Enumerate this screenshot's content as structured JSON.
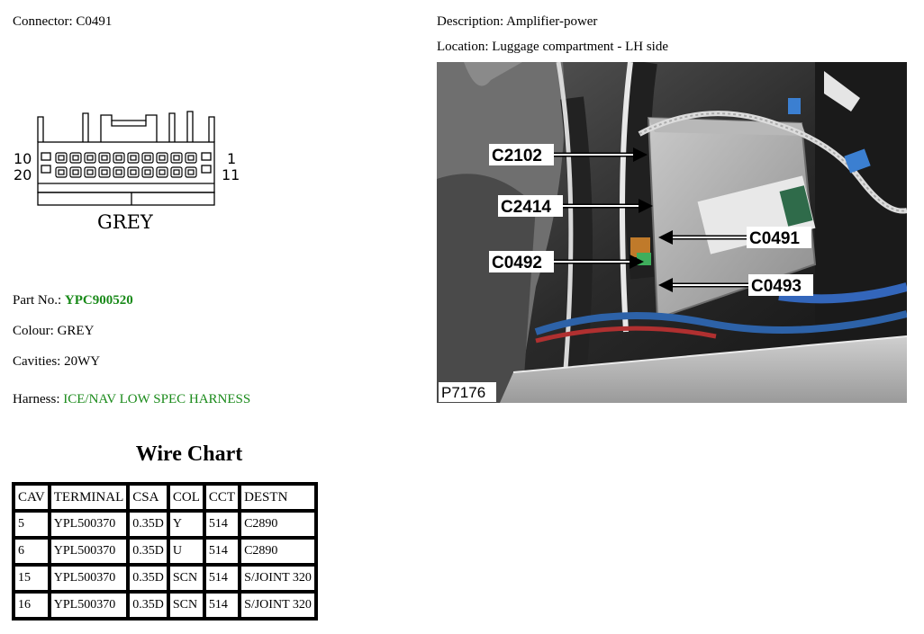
{
  "connector": {
    "label": "Connector:",
    "value": "C0491"
  },
  "description": {
    "label": "Description:",
    "value": "Amplifier-power"
  },
  "location": {
    "label": "Location:",
    "value": "Luggage compartment - LH side"
  },
  "pinout": {
    "pin_top_left": "10",
    "pin_bottom_left": "20",
    "pin_top_right": "1",
    "pin_bottom_right": "11",
    "color_label": "GREY"
  },
  "part_no": {
    "label": "Part No.:",
    "value": "YPC900520"
  },
  "colour": {
    "label": "Colour:",
    "value": "GREY"
  },
  "cavities": {
    "label": "Cavities:",
    "value": "20WY"
  },
  "harness": {
    "label": "Harness:",
    "value": "ICE/NAV LOW SPEC HARNESS"
  },
  "wire_chart": {
    "title": "Wire Chart",
    "headers": [
      "CAV",
      "TERMINAL",
      "CSA",
      "COL",
      "CCT",
      "DESTN"
    ],
    "rows": [
      [
        "5",
        "YPL500370",
        "0.35D",
        "Y",
        "514",
        "C2890"
      ],
      [
        "6",
        "YPL500370",
        "0.35D",
        "U",
        "514",
        "C2890"
      ],
      [
        "15",
        "YPL500370",
        "0.35D",
        "SCN",
        "514",
        "S/JOINT 320"
      ],
      [
        "16",
        "YPL500370",
        "0.35D",
        "SCN",
        "514",
        "S/JOINT 320"
      ]
    ]
  },
  "photo": {
    "callouts": [
      "C2102",
      "C2414",
      "C0491",
      "C0492",
      "C0493"
    ],
    "ref": "P7176"
  }
}
